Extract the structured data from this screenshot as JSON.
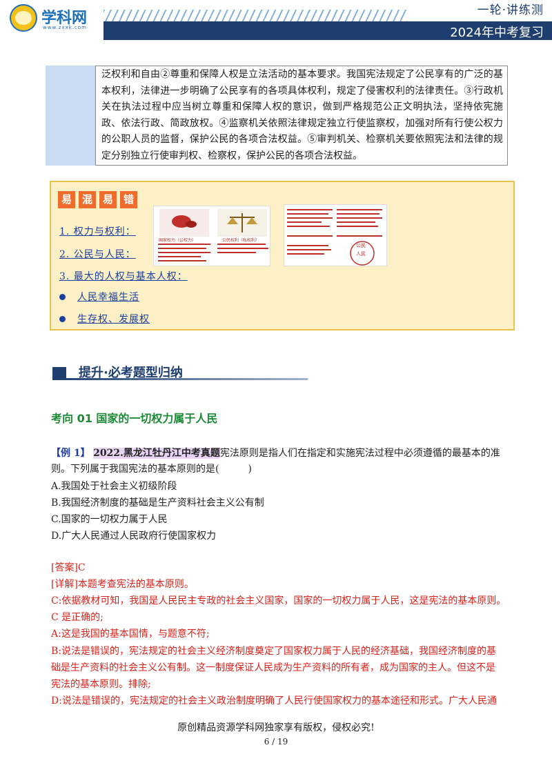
{
  "header": {
    "logo_text": "学科网",
    "logo_url": "www.zxxk.com",
    "series": "一轮·讲练测",
    "title": "2024年中考复习"
  },
  "table": {
    "text": "泛权利和自由②尊重和保障人权是立法活动的基本要求。我国宪法规定了公民享有的广泛的基本权利，法律进一步明确了公民享有的各项具体权利，规定了侵害权利的法律责任。③行政机关在执法过程中应当树立尊重和保障人权的意识，做到严格规范公正文明执法，坚持依宪施政、依法行政、简政放权。④监察机关依照法律规定独立行使监察权，加强对所有行使公权力的公职人员的监督，保护公民的各项合法权益。⑤审判机关、检察机关要依照宪法和法律的规定分别独立行使审判权、检察权，保护公民的各项合法权益。"
  },
  "easy_mistakes": {
    "tags": [
      "易",
      "混",
      "易",
      "错"
    ],
    "items": [
      "1. 权力与权利：",
      "2. 公民与人民：",
      "3. 最大的人权与基本人权："
    ],
    "sub_items": [
      "人民幸福生活",
      "生存权、发展权"
    ],
    "images": {
      "power_label": "国家权力（公权力）",
      "right_label": "公民权利（私权利）",
      "seal_lines": [
        "公民",
        "人民"
      ]
    },
    "colors": {
      "tag": "#ef6c2d",
      "box": "#fbf0c6",
      "border": "#e9c34a",
      "text": "#1d3e9e"
    }
  },
  "section": {
    "title": "提升·必考题型归纳"
  },
  "direction": {
    "title": "考向 01  国家的一切权力属于人民"
  },
  "example": {
    "tag": "【例 1】",
    "source": "2022.黑龙江牡丹江中考真题",
    "stem_line1": "宪法原则是指人们在指定和实施宪法过程中必须遵循的最基本的准",
    "stem_line2": "则。下列属于我国宪法的基本原则的是(　　　)",
    "options": [
      "A.我国处于社会主义初级阶段",
      "B.我国经济制度的基础是生产资料社会主义公有制",
      "C.国家的一切权力属于人民",
      "D.广大人民通过人民政府行使国家权力"
    ]
  },
  "answer": {
    "lines": [
      "[答案]C",
      "[详解]本题考查宪法的基本原则。",
      "C:依据教材可知，我国是人民民主专政的社会主义国家，国家的一切权力属于人民，这是宪法的基本原则。",
      "C 是正确的;",
      "A:这是我国的基本国情，与题意不符;",
      "B:说法是错误的，宪法规定的社会主义经济制度奠定了国家权力属于人民的经济基础，我国经济制度的基",
      "础是生产资料的社会主义公有制。这一制度保证人民成为生产资料的所有者，成为国家的主人。但这不是",
      "宪法的基本原则。排除;",
      "D:说法是错误的，宪法规定的社会主义政治制度明确了人民行使国家权力的基本途径和形式。广大人民通"
    ]
  },
  "footer": {
    "copyright": "原创精品资源学科网独家享有版权，侵权必究!",
    "page": "6 / 19"
  }
}
